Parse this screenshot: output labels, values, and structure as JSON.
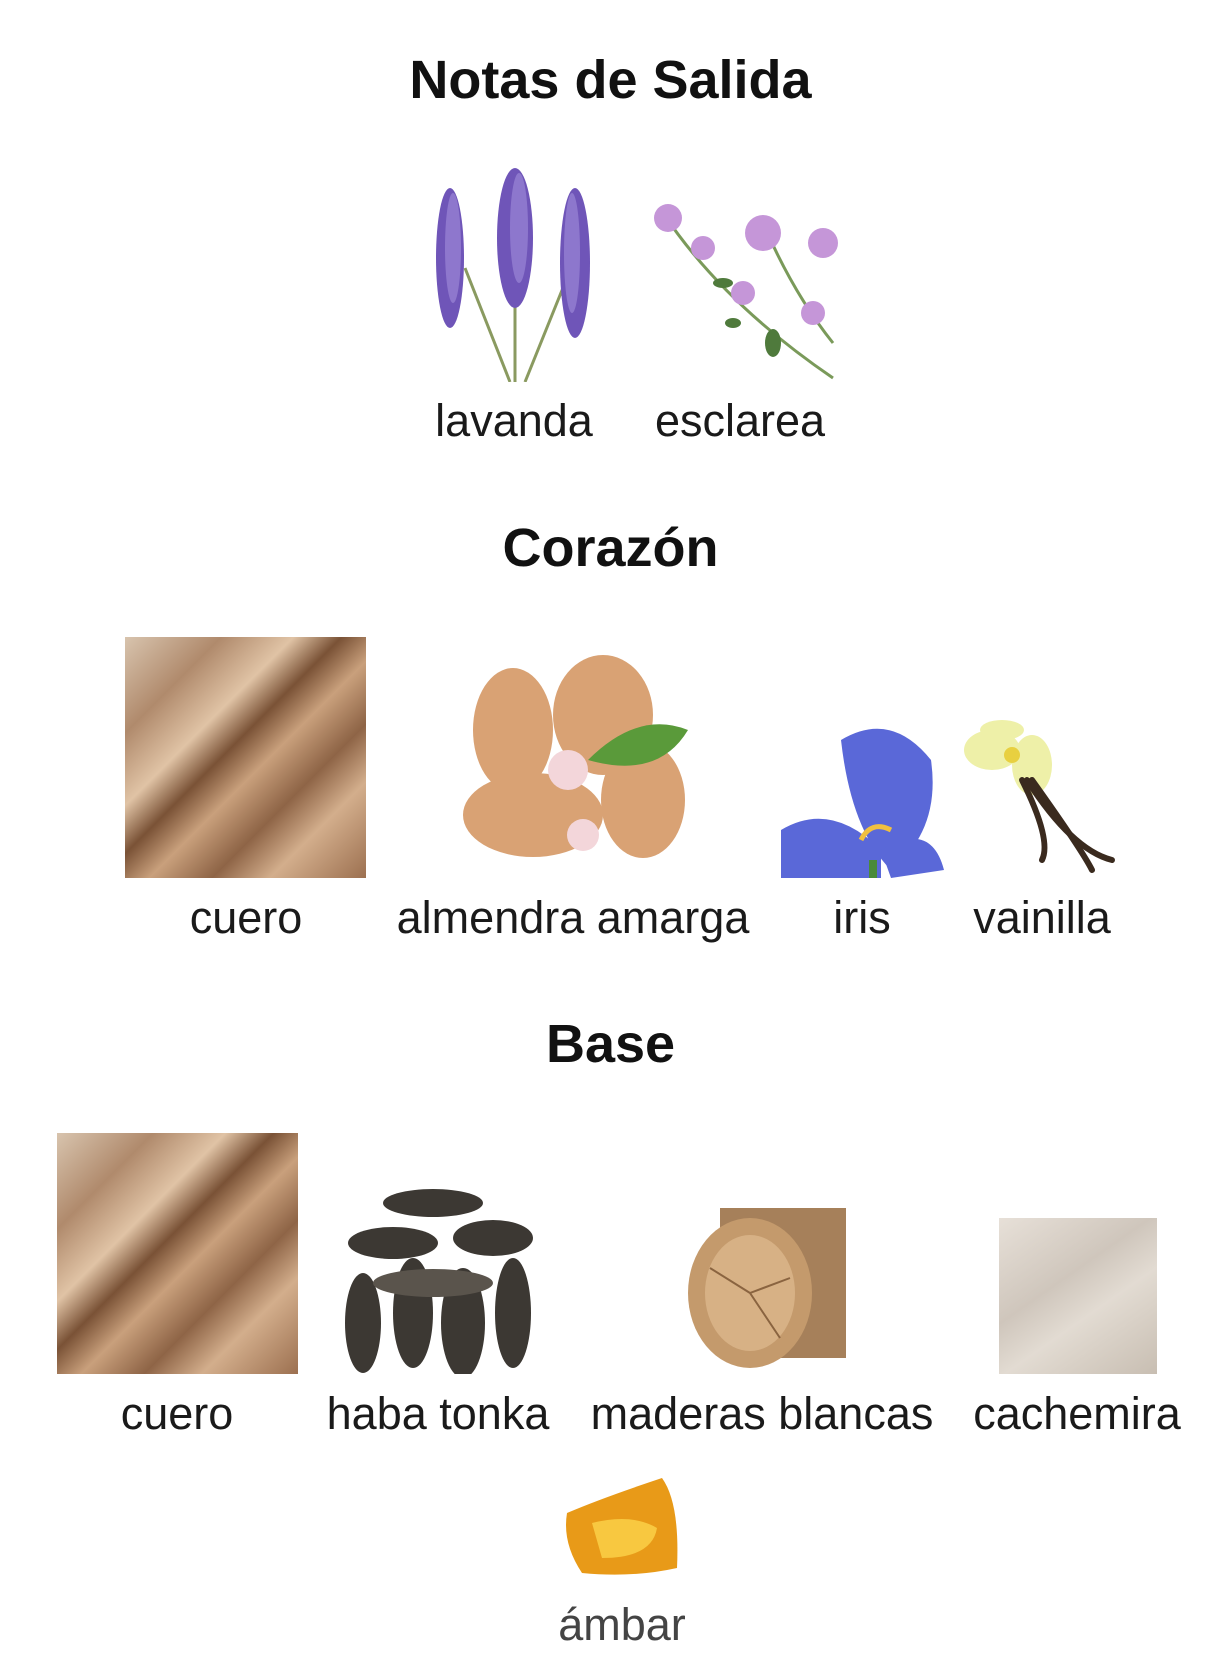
{
  "sections": [
    {
      "title": "Notas de Salida",
      "notes": [
        {
          "label": "lavanda"
        },
        {
          "label": "esclarea"
        }
      ]
    },
    {
      "title": "Corazón",
      "notes": [
        {
          "label": "cuero"
        },
        {
          "label": "almendra amarga"
        },
        {
          "label": "iris"
        },
        {
          "label": "vainilla"
        }
      ]
    },
    {
      "title": "Base",
      "notes": [
        {
          "label": "cuero"
        },
        {
          "label": "haba tonka"
        },
        {
          "label": "maderas blancas"
        },
        {
          "label": "cachemira"
        },
        {
          "label": "ámbar"
        }
      ]
    }
  ]
}
